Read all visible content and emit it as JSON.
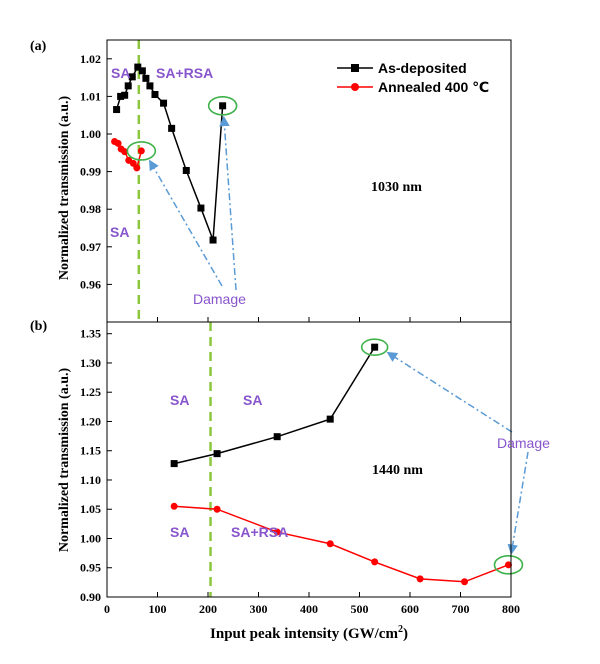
{
  "x_axis": {
    "label": "Input peak intensity (GW/cm",
    "label_sup": "2",
    "label_close": ")",
    "ticks": [
      "0",
      "100",
      "200",
      "300",
      "400",
      "500",
      "600",
      "700",
      "800"
    ]
  },
  "colors": {
    "as_deposited": "#000000",
    "annealed": "#ff0000",
    "annotation": "#8855cc",
    "damage_arrow": "#5b9bd5",
    "damage_circle": "#3fb24a",
    "divider": "#8cc63f"
  },
  "chart_data": [
    {
      "type": "line",
      "panel_label": "(a)",
      "ylabel": "Normalized transmission (a.u.)",
      "xlim": [
        0,
        800
      ],
      "ylim": [
        0.95,
        1.025
      ],
      "y_ticks": [
        "0.96",
        "0.97",
        "0.98",
        "0.99",
        "1.00",
        "1.01",
        "1.02"
      ],
      "wavelength_label": "1030 nm",
      "divider_x": 63,
      "legend_position": "top-right",
      "series": [
        {
          "name": "As-deposited",
          "color": "#000000",
          "marker": "square",
          "x": [
            19,
            27,
            35,
            42,
            50,
            61,
            70,
            77,
            85,
            95,
            112,
            128,
            157,
            186,
            210,
            229
          ],
          "y": [
            1.0065,
            1.01,
            1.0103,
            1.0128,
            1.0152,
            1.0178,
            1.0168,
            1.0148,
            1.0128,
            1.0105,
            1.0082,
            1.0015,
            0.9903,
            0.9803,
            0.9718,
            1.0075
          ]
        },
        {
          "name": "Annealed 400 ℃",
          "color": "#ff0000",
          "marker": "circle",
          "x": [
            15,
            22,
            28,
            35,
            43,
            52,
            59,
            68
          ],
          "y": [
            0.998,
            0.9975,
            0.996,
            0.9953,
            0.993,
            0.9922,
            0.991,
            0.9955
          ]
        }
      ],
      "annotations": {
        "sa_top": "SA",
        "sa_rsa": "SA+RSA",
        "sa_bottom": "SA",
        "damage": "Damage"
      },
      "damage_points": [
        [
          229,
          1.0075
        ],
        [
          68,
          0.9955
        ]
      ]
    },
    {
      "type": "line",
      "panel_label": "(b)",
      "ylabel": "Normalized transmission (a.u.)",
      "xlim": [
        0,
        800
      ],
      "ylim": [
        0.9,
        1.37
      ],
      "y_ticks": [
        "0.90",
        "0.95",
        "1.00",
        "1.05",
        "1.10",
        "1.15",
        "1.20",
        "1.25",
        "1.30",
        "1.35"
      ],
      "wavelength_label": "1440 nm",
      "divider_x": 205,
      "series": [
        {
          "color": "#000000",
          "marker": "square",
          "x": [
            133,
            218,
            337,
            442,
            530
          ],
          "y": [
            1.128,
            1.145,
            1.174,
            1.204,
            1.327
          ]
        },
        {
          "color": "#ff0000",
          "marker": "circle",
          "x": [
            133,
            218,
            337,
            442,
            530,
            620,
            708,
            795
          ],
          "y": [
            1.055,
            1.05,
            1.011,
            0.991,
            0.96,
            0.931,
            0.926,
            0.955
          ]
        }
      ],
      "annotations": {
        "sa_upper_left": "SA",
        "sa_upper_right": "SA",
        "sa_lower_left": "SA",
        "sa_rsa": "SA+RSA",
        "damage": "Damage"
      },
      "damage_points": [
        [
          530,
          1.327
        ],
        [
          795,
          0.955
        ]
      ]
    }
  ]
}
